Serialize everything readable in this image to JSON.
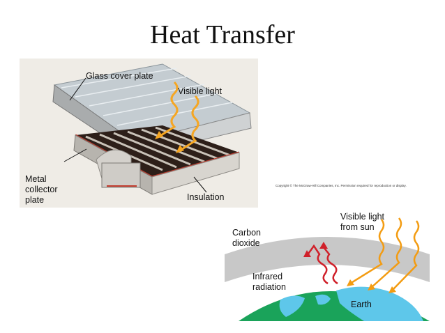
{
  "slide": {
    "title": "Heat Transfer"
  },
  "solar_collector": {
    "copyright": "Copyright © The McGraw-Hill Companies, Inc. Permission required for reproduction or display.",
    "labels": {
      "glass_cover_plate": "Glass cover plate",
      "visible_light": "Visible light",
      "metal_collector_plate_lines": [
        "Metal",
        "collector",
        "plate"
      ],
      "insulation": "Insulation"
    },
    "colors": {
      "light_rays": "#f5a623",
      "insulation": "#c0392b",
      "glass": "#b9c4cb"
    }
  },
  "greenhouse": {
    "copyright": "Copyright © The McGraw-Hill Companies, Inc. Permission required for reproduction or display.",
    "labels": {
      "visible_light_lines": [
        "Visible light",
        "from sun"
      ],
      "carbon_dioxide_lines": [
        "Carbon",
        "dioxide"
      ],
      "infrared_radiation_lines": [
        "Infrared",
        "radiation"
      ],
      "earth": "Earth"
    },
    "colors": {
      "sunlight": "#f39c12",
      "infrared": "#d0202a",
      "atmosphere": "#c8c8c8",
      "land": "#1aa35a",
      "water": "#5ec7ea"
    }
  }
}
